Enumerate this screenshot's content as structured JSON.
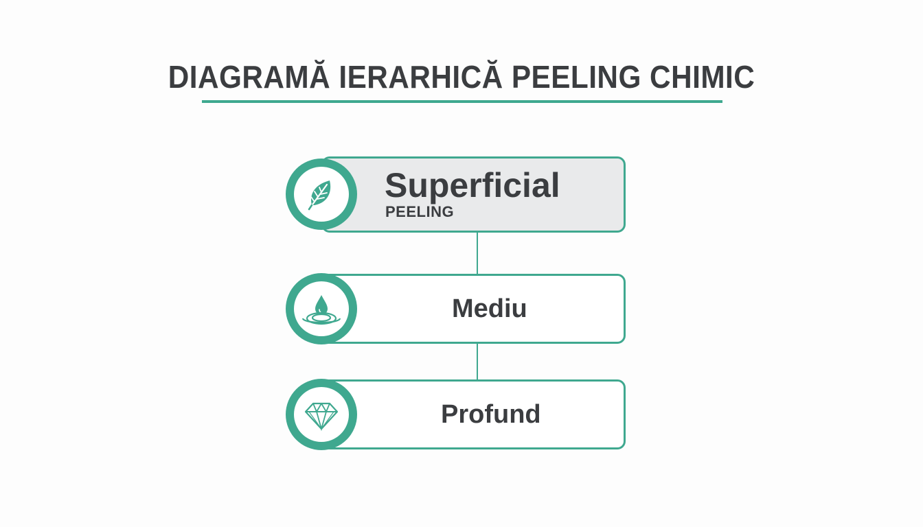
{
  "title": "DIAGRAMĂ IERARHICĂ PEELING CHIMIC",
  "accent_color": "#3fa88f",
  "levels": [
    {
      "label": "Superficial",
      "sublabel": "PEELING",
      "icon": "leaf-icon",
      "highlighted": true
    },
    {
      "label": "Mediu",
      "icon": "water-drop-icon",
      "highlighted": false
    },
    {
      "label": "Profund",
      "icon": "diamond-icon",
      "highlighted": false
    }
  ]
}
